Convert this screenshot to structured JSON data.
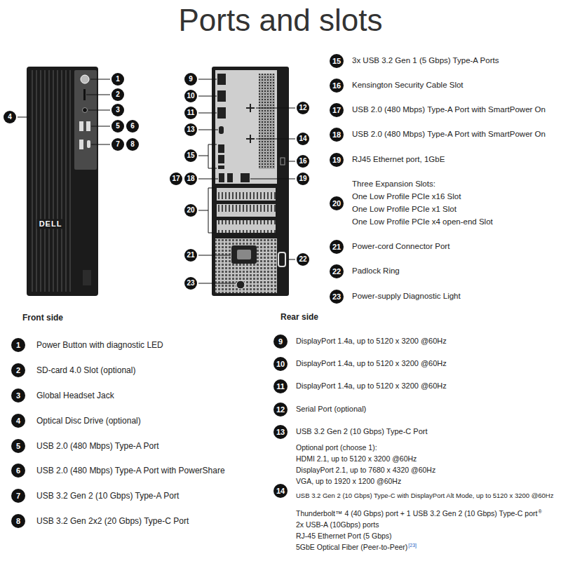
{
  "diagram": {
    "title": "Ports and slots",
    "labels": [
      "1",
      "2",
      "3",
      "4",
      "5",
      "6",
      "7",
      "8",
      "DELL",
      "9",
      "10",
      "11",
      "12",
      "13",
      "14",
      "15",
      "16",
      "17",
      "18",
      "19",
      "20",
      "21",
      "22",
      "23",
      "15",
      "3x USB 3.2 Gen 1 (5 Gbps) Type-A Ports",
      "16",
      "Kensington Security Cable Slot",
      "17",
      "USB 2.0 (480 Mbps) Type-A Port with SmartPower On",
      "18",
      "USB 2.0 (480 Mbps) Type-A Port with SmartPower On",
      "19",
      "RJ45 Ethernet port, 1GbE",
      "20",
      "Three Expansion Slots:",
      "One Low Profile PCIe x16 Slot",
      "One Low Profile PCIe x1 Slot",
      "One Low Profile PCIe x4 open-end Slot",
      "21",
      "Power-cord Connector Port",
      "22",
      "Padlock Ring",
      "23",
      "Power-supply Diagnostic Light",
      "Front side",
      "1",
      "Power Button with diagnostic LED",
      "2",
      "SD-card 4.0 Slot (optional)",
      "3",
      "Global Headset Jack",
      "4",
      "Optical Disc Drive (optional)",
      "5",
      "USB 2.0 (480 Mbps) Type-A Port",
      "6",
      "USB 2.0 (480 Mbps) Type-A Port with PowerShare",
      "7",
      "USB 3.2 Gen 2 (10 Gbps) Type-A Port",
      "8",
      "USB 3.2 Gen 2x2 (20 Gbps) Type-C Port",
      "Rear side",
      "9",
      "DisplayPort 1.4a, up to 5120 x 3200 @60Hz",
      "10",
      "DisplayPort 1.4a, up to 5120 x 3200 @60Hz",
      "11",
      "DisplayPort 1.4a, up to 5120 x 3200 @60Hz",
      "12",
      "Serial Port (optional)",
      "13",
      "USB 3.2 Gen 2 (10 Gbps) Type-C Port",
      "14",
      "Optional port (choose 1):",
      "HDMI 2.1, up to 5120 x 3200 @60Hz",
      "DisplayPort 2.1, up to 7680 x 4320 @60Hz",
      "VGA, up to 1920 x 1200 @60Hz",
      "USB 3.2 Gen 2 (10 Gbps) Type-C with DisplayPort Alt Mode, up to 5120 x 3200 @60Hz",
      "Thunderbolt™ 4 (40 Gbps) port + 1 USB 3.2 Gen 2 (10 Gbps) Type-C port",
      "®",
      "2x USB-A (10Gbps) ports",
      "RJ-45 Ethernet Port (5 Gbps)",
      "5GbE Optical Fiber (Peer-to-Peer)",
      "[23]"
    ]
  }
}
